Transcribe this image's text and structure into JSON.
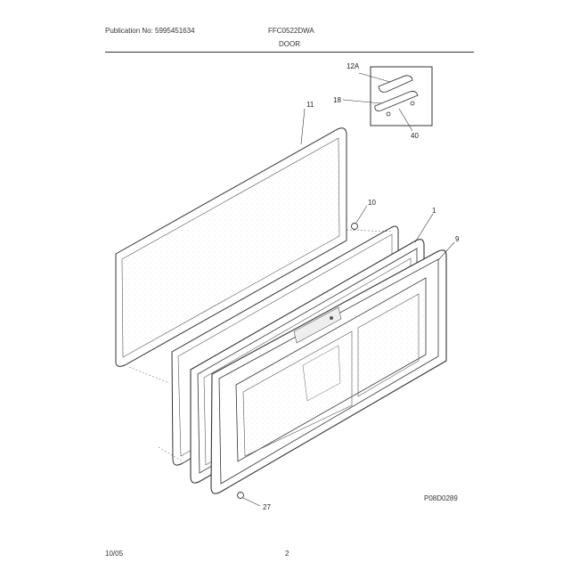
{
  "header": {
    "publication": "Publication No: 5995451634",
    "model": "FFC0522DWA",
    "section": "DOOR"
  },
  "callouts": {
    "c12a": "12A",
    "c18": "18",
    "c40": "40",
    "c11": "11",
    "c10": "10",
    "c1": "1",
    "c9": "9",
    "c27": "27"
  },
  "figure_ref": "P08D0289",
  "footer": {
    "date": "10/05",
    "page": "2"
  }
}
